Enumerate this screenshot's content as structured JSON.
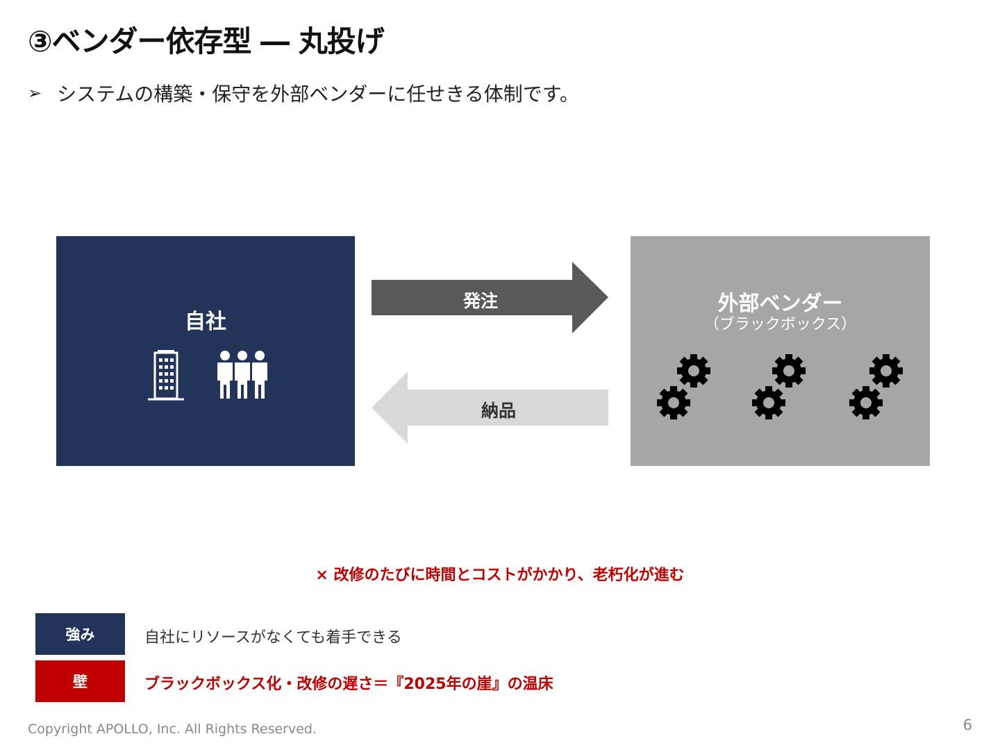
{
  "slide": {
    "title": "③ベンダー依存型 ― 丸投げ",
    "bullet": {
      "icon": "arrowhead-bullet-icon",
      "text": "システムの構築・保守を外部ベンダーに任せきる体制です。"
    }
  },
  "diagram": {
    "company": {
      "label": "自社",
      "icons": [
        "office-building-icon",
        "people-group-icon"
      ],
      "color": "#22345a"
    },
    "vendor": {
      "label": "外部ベンダー",
      "sublabel": "（ブラックボックス）",
      "icons": [
        "gears-icon",
        "gears-icon",
        "gears-icon"
      ],
      "color": "#a6a6a6"
    },
    "order_arrow": {
      "label": "発注",
      "color": "#595959"
    },
    "delivery_arrow": {
      "label": "納品",
      "color": "#d9d9d9"
    }
  },
  "warning": {
    "text": "× 改修のたびに時間とコストがかかり、老朽化が進む",
    "color": "#c00000"
  },
  "strength": {
    "tag": "強み",
    "text": "自社にリソースがなくても着手できる"
  },
  "wall": {
    "tag": "壁",
    "text": "ブラックボックス化・改修の遅さ＝『2025年の崖』の温床"
  },
  "footer": {
    "copyright": "Copyright APOLLO, Inc. All Rights Reserved.",
    "page_number": "6"
  }
}
